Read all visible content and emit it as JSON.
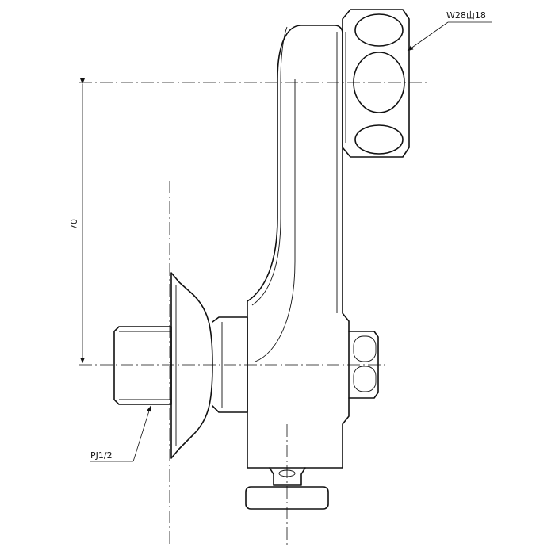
{
  "labels": {
    "thread_spec": "W28山18",
    "pipe_spec": "PJ1/2",
    "dimension": "70"
  }
}
